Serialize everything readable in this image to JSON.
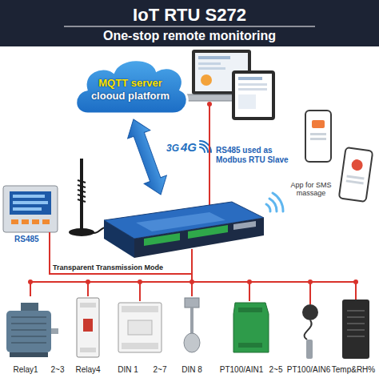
{
  "diagram": {
    "title": "IoT RTU S272",
    "nodes": [
      {
        "text": [
          "MQTT server",
          "clooud platform"
        ]
      }
    ],
    "labels": [
      "One-stop remote monitoring",
      "3G",
      "4G",
      "RS485 used as Modbus RTU Slave",
      "App for SMS massage",
      "RS485",
      "Transparent Transmission Mode",
      "Relay1",
      "2~3",
      "Relay4",
      "DIN 1",
      "2~7",
      "DIN 8",
      "PT100/AIN1",
      "2~5",
      "PT100/AIN6",
      "Temp&RH%"
    ]
  }
}
